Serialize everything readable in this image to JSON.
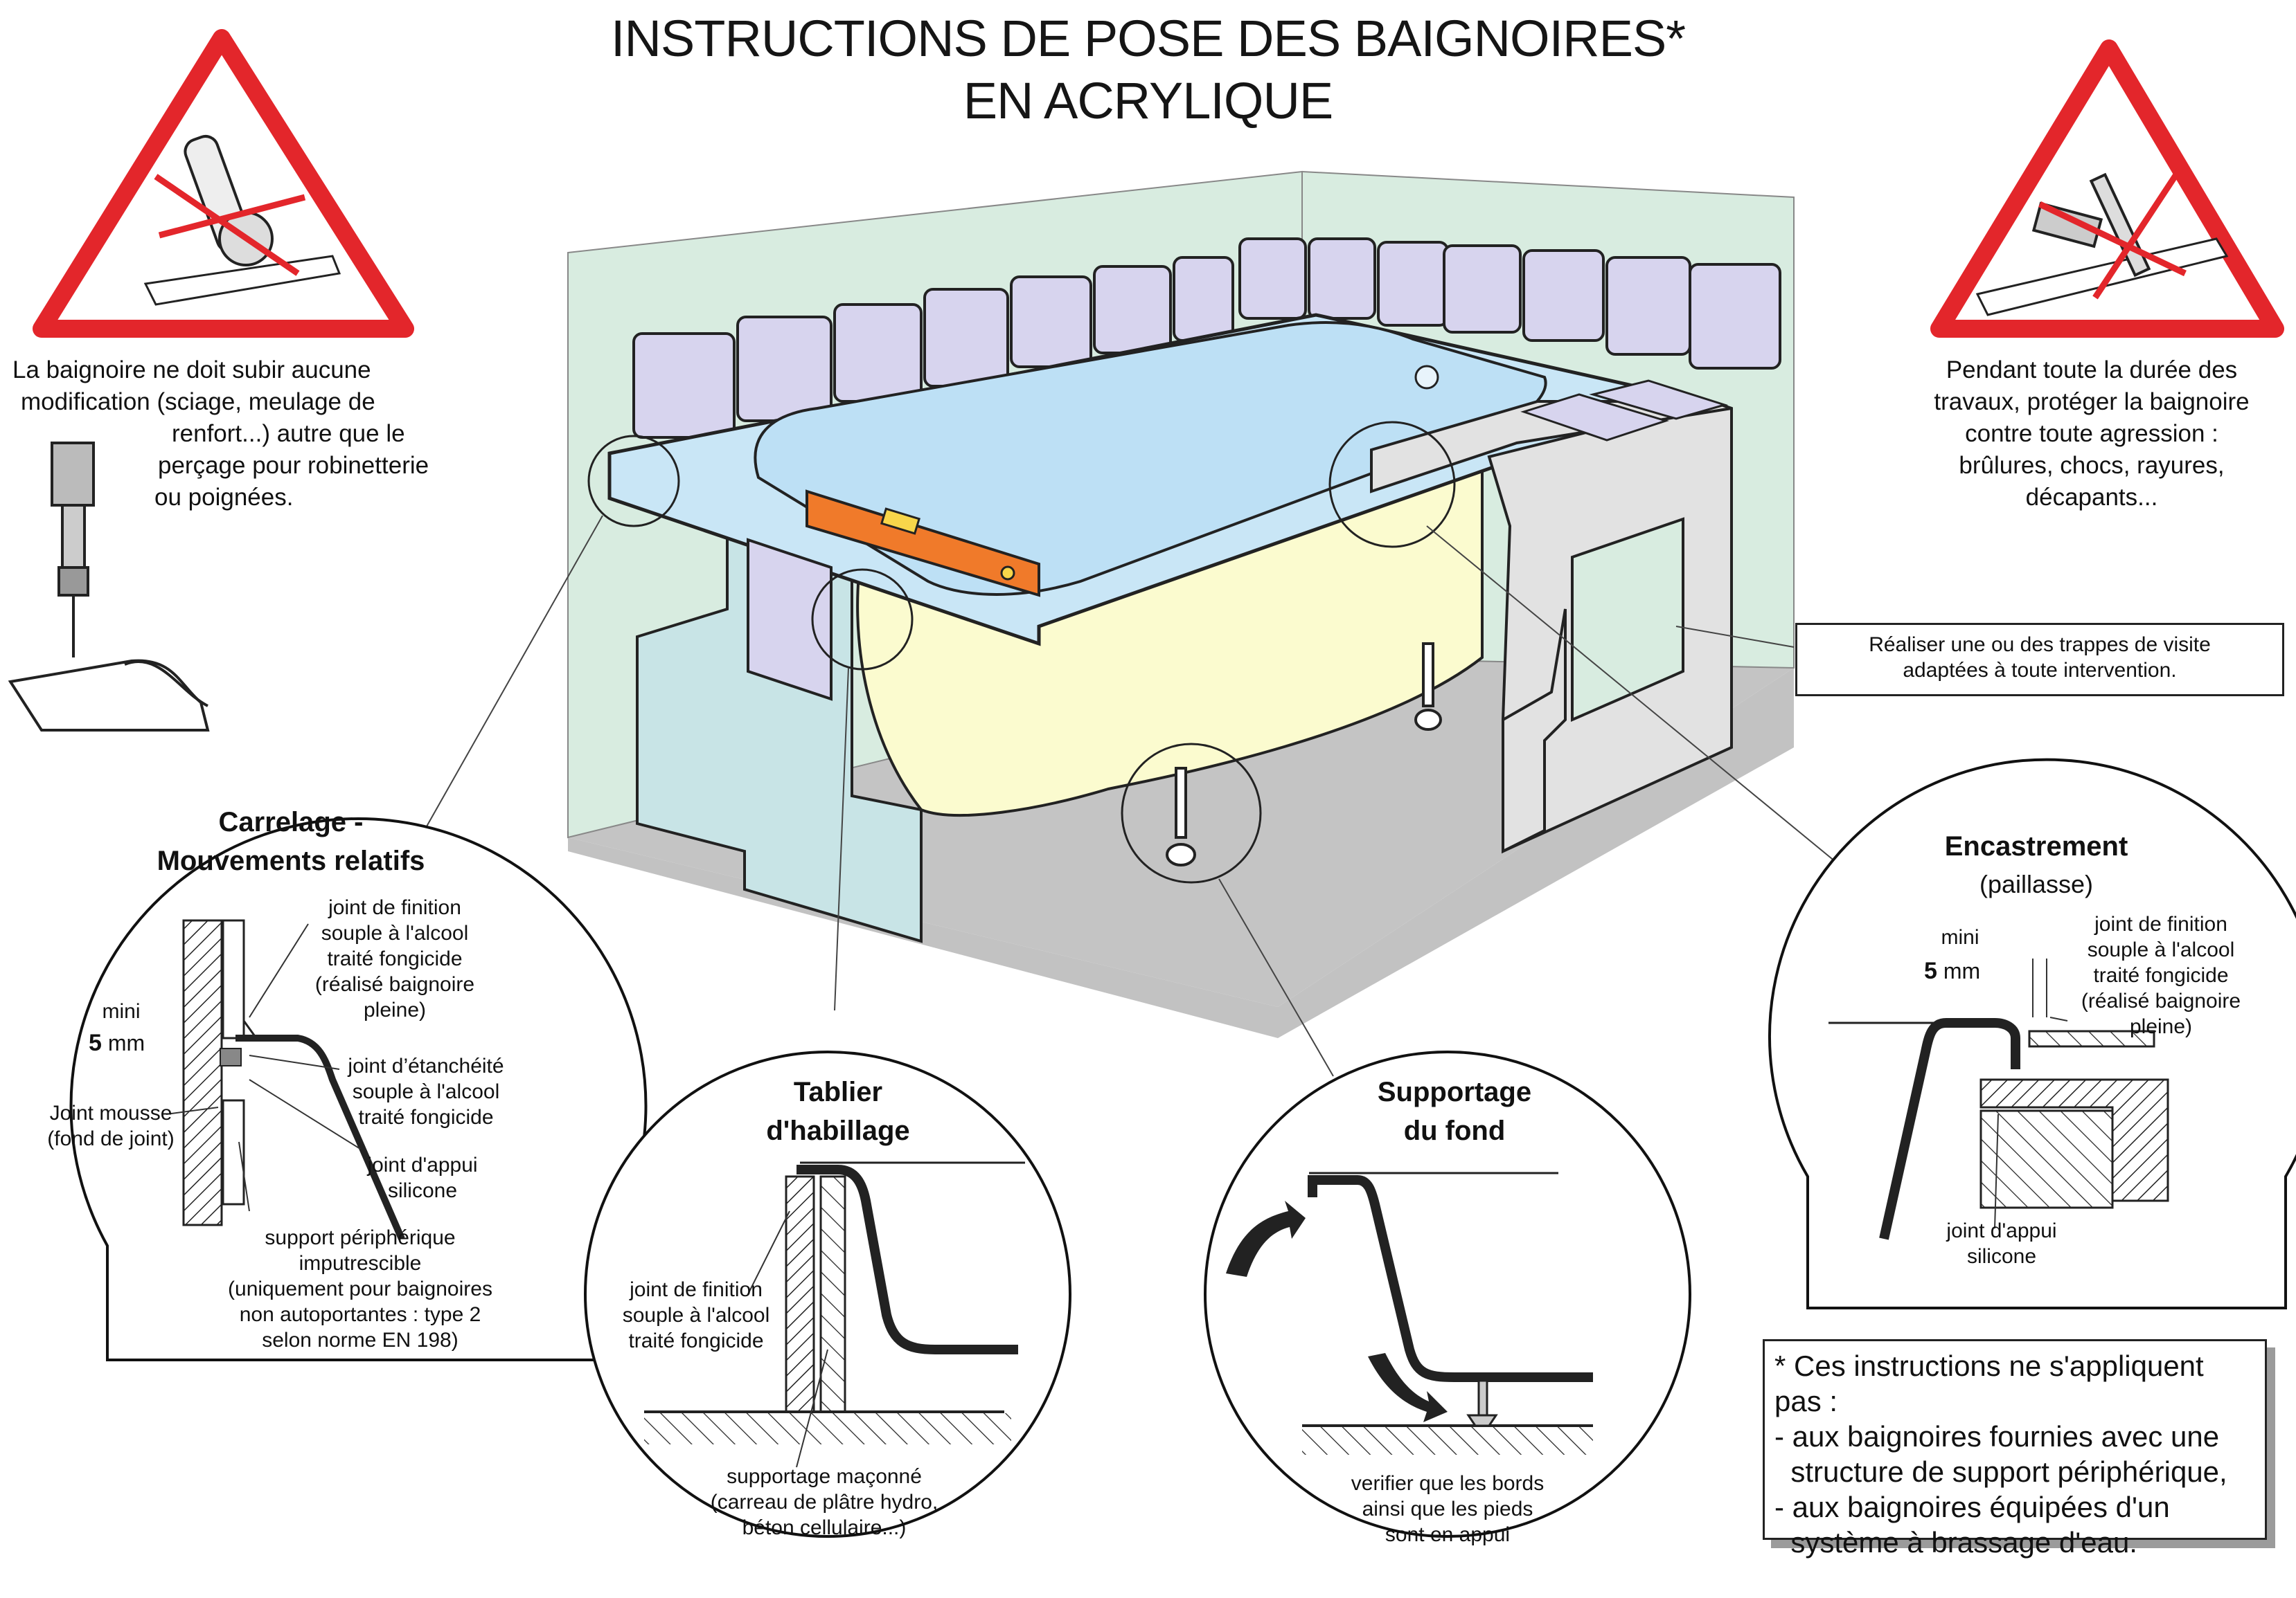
{
  "title": {
    "line1": "INSTRUCTIONS DE POSE DES BAIGNOIRES*",
    "line2": "EN ACRYLIQUE"
  },
  "warning_left": {
    "icon": "no-cutting-warning-icon",
    "lines": [
      "La baignoire ne doit subir aucune",
      "modification (sciage, meulage de",
      "renfort...) autre que le",
      "perçage pour robinetterie",
      "ou poignées."
    ]
  },
  "warning_right": {
    "icon": "no-hammer-warning-icon",
    "lines": [
      "Pendant toute la durée des",
      "travaux, protéger la baignoire",
      "contre toute agression :",
      "brûlures, chocs, rayures,",
      "décapants..."
    ]
  },
  "trap_note": {
    "lines": [
      "Réaliser une ou des trappes de visite",
      "adaptées à toute intervention."
    ]
  },
  "carrelage": {
    "title": [
      "Carrelage -",
      "Mouvements relatifs"
    ],
    "mini": "mini",
    "mm_value": "5",
    "mm_unit": "mm",
    "joint_finition": [
      "joint de finition",
      "souple à l'alcool",
      "traité fongicide",
      "(réalisé baignoire",
      "pleine)"
    ],
    "joint_etancheite": [
      "joint d’étanchéité",
      "souple à l'alcool",
      "traité fongicide"
    ],
    "joint_mousse": [
      "Joint mousse",
      "(fond de joint)"
    ],
    "joint_appui": [
      "joint d'appui",
      "silicone"
    ],
    "support": [
      "support périphérique",
      "imputrescible",
      "(uniquement pour baignoires",
      "non autoportantes : type 2",
      "selon norme EN 198)"
    ]
  },
  "tablier": {
    "title": [
      "Tablier",
      "d'habillage"
    ],
    "joint": [
      "joint de finition",
      "souple à l'alcool",
      "traité fongicide"
    ],
    "support": [
      "supportage maçonné",
      "(carreau de plâtre hydro,",
      "béton cellulaire...)"
    ]
  },
  "supportage": {
    "title": [
      "Supportage",
      "du fond"
    ],
    "note": [
      "verifier que les bords",
      "ainsi que les pieds",
      "sont en appui"
    ]
  },
  "encastrement": {
    "title": "Encastrement",
    "subtitle": "(paillasse)",
    "mini": "mini",
    "mm_value": "5",
    "mm_unit": "mm",
    "joint_finition": [
      "joint de finition",
      "souple à l'alcool",
      "traité fongicide",
      "(réalisé baignoire",
      "pleine)"
    ],
    "joint_appui": [
      "joint d'appui",
      "silicone"
    ]
  },
  "footnote": {
    "lines": [
      "* Ces instructions ne s'appliquent pas :",
      "- aux baignoires fournies avec une",
      "  structure de support périphérique,",
      "- aux baignoires équipées d'un",
      "  système à brassage d'eau."
    ]
  },
  "colors": {
    "warning_red": "#e3262b",
    "wall_green": "#d8ece0",
    "tile_lavender": "#d7d4ee",
    "bath_blue": "#c9e6f6",
    "bath_yellow": "#fbfbcf",
    "floor_gray": "#c2c2c2",
    "panel_blue": "#c8e4e6",
    "level_orange": "#f07a2a",
    "masonry_gray": "#e2e2e2"
  }
}
